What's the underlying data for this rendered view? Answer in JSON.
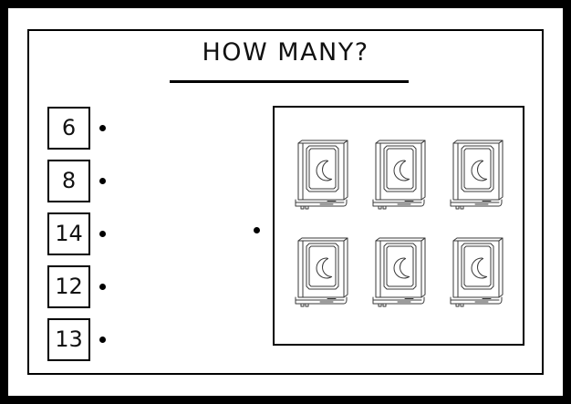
{
  "worksheet": {
    "title": "HOW MANY?",
    "theme": "ramadan-counting-worksheet"
  },
  "answers": {
    "options": [
      {
        "value": "6",
        "name": "answer-option-6"
      },
      {
        "value": "8",
        "name": "answer-option-8"
      },
      {
        "value": "14",
        "name": "answer-option-14"
      },
      {
        "value": "12",
        "name": "answer-option-12"
      },
      {
        "value": "13",
        "name": "answer-option-13"
      }
    ]
  },
  "picture_panel": {
    "item_icon": "quran-book-crescent-moon-icon",
    "item_count": 6,
    "rows": 2,
    "columns": 3,
    "items": [
      "quran-book-1",
      "quran-book-2",
      "quran-book-3",
      "quran-book-4",
      "quran-book-5",
      "quran-book-6"
    ]
  },
  "colors": {
    "frame": "#000000",
    "ink": "#111111",
    "icon_outline": "#3a3a3a",
    "page": "#ffffff"
  }
}
